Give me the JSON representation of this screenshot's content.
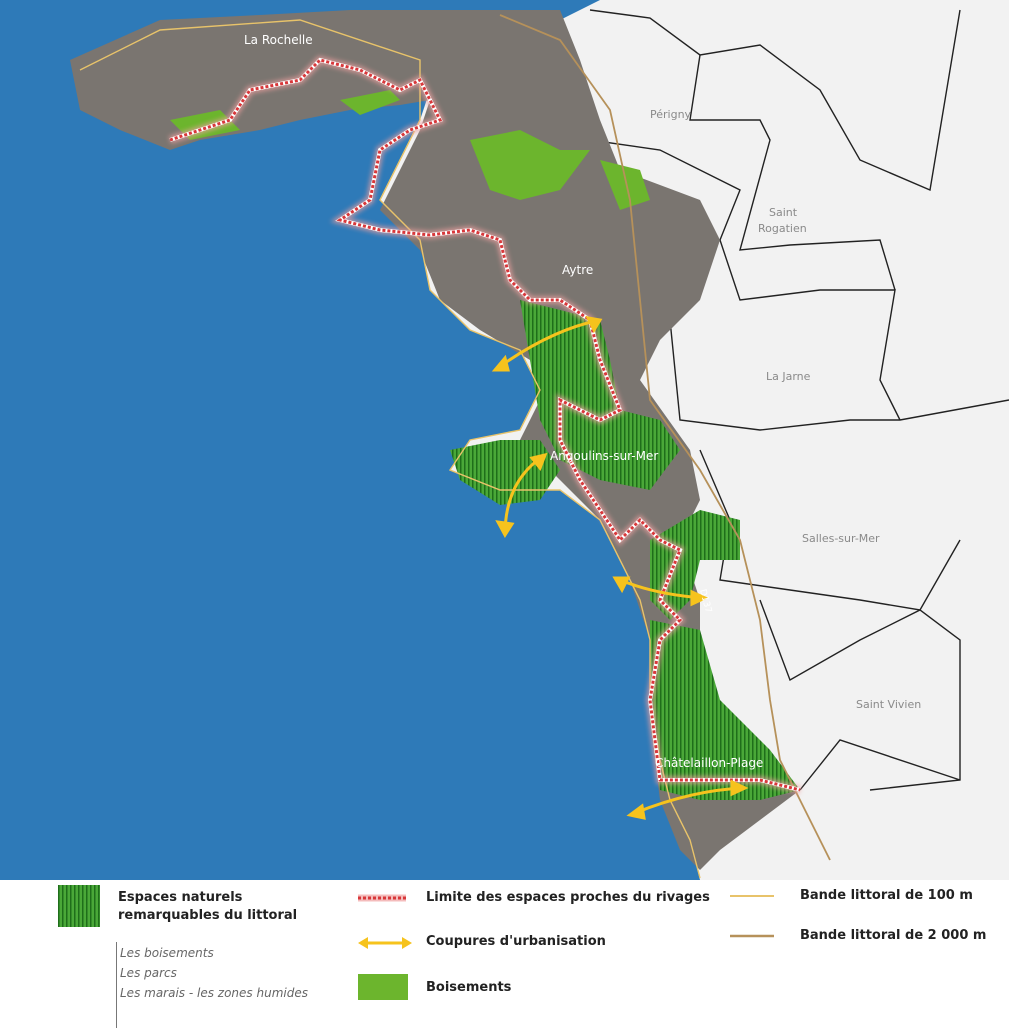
{
  "map": {
    "towns": {
      "la_rochelle": "La Rochelle",
      "perigny": "Périgny",
      "saint_rogatien_1": "Saint",
      "saint_rogatien_2": "Rogatien",
      "aytre": "Aytre",
      "la_jarne": "La Jarne",
      "angoulins": "Angoulins-sur-Mer",
      "salles": "Salles-sur-Mer",
      "saint_vivien": "Saint Vivien",
      "chatelaillon": "Châtelaillon-Plage"
    },
    "road_label": "D137",
    "colors": {
      "sea": "#2e7ab8",
      "urban": "#7a7570",
      "commune_fill": "#eeeeee",
      "natural_area": "#3c9a2a",
      "forest": "#6cb52d",
      "limit_line": "#d8373a",
      "cut_arrow": "#f6c31d",
      "band_100m": "#e8c36a",
      "band_2000m": "#b6915a"
    }
  },
  "legend": {
    "natural_spaces_1": "Espaces naturels",
    "natural_spaces_2": "remarquables du littoral",
    "sub_items": [
      "Les boisements",
      "Les parcs",
      "Les marais - les zones humides"
    ],
    "limit": "Limite des espaces proches du rivages",
    "cuts": "Coupures d'urbanisation",
    "forests": "Boisements",
    "band_100": "Bande littoral de 100 m",
    "band_2000": "Bande littoral de 2 000 m"
  }
}
